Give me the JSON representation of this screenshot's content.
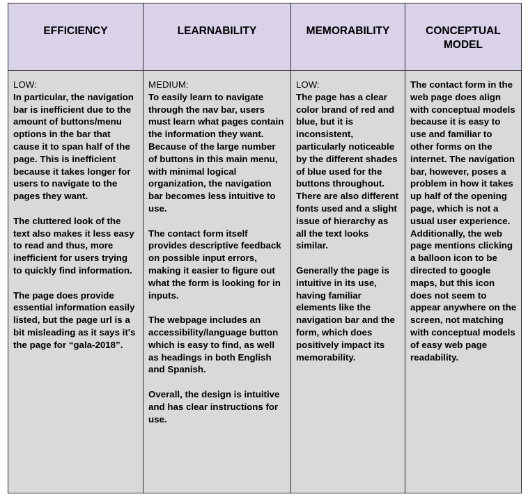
{
  "headers": [
    "EFFICIENCY",
    "LEARNABILITY",
    "MEMORABILITY",
    "CONCEPTUAL\nMODEL"
  ],
  "efficiency": {
    "rating": "LOW:",
    "paragraphs": [
      "In particular, the navigation bar is inefficient due to the amount of buttons/menu options in the bar that cause it to span half of the page. This is inefficient because it takes longer for users to navigate to the pages they want.",
      "The cluttered look of the text also makes it less easy to read and thus, more inefficient for users trying to quickly find information.",
      "The page does provide essential information easily listed, but the page url is a bit misleading as it says it's the page for “gala-2018”."
    ]
  },
  "learnability": {
    "rating": "MEDIUM:",
    "paragraphs": [
      "To easily learn to navigate through the nav bar, users must learn what pages contain the information they want. Because of the large number of buttons in this main menu, with minimal logical organization, the navigation bar becomes less intuitive to use.",
      "The contact form itself provides descriptive feedback on possible input errors, making it easier to figure out what the form is looking for in inputs.",
      "The webpage includes an accessibility/language button which is easy to find, as well as headings in both English and Spanish.",
      "Overall, the design is intuitive and has clear instructions for use."
    ]
  },
  "memorability": {
    "rating": "LOW:",
    "paragraphs": [
      "The page has a clear color brand of red and blue, but it is inconsistent, particularly noticeable by the different shades of blue used for the buttons throughout. There are also different fonts used and a slight issue of hierarchy as all the text looks similar.",
      "Generally the page is intuitive in its use, having familiar elements like the navigation bar and the form, which does positively impact its memorability."
    ]
  },
  "conceptual_model": {
    "paragraphs": [
      "The contact form in the web page does align with conceptual models because it is easy to use and familiar to other forms on the internet. The navigation bar, however, poses a problem in how it takes up half of the opening page, which is not a usual user experience. Additionally, the web page mentions clicking a balloon icon to be directed to google maps, but this icon does not seem to appear anywhere on the screen, not matching with conceptual models of easy web page readability."
    ]
  },
  "colors": {
    "header_bg": "#d9d2e9",
    "cell_bg": "#d9d9d9",
    "border": "#2b2b2b"
  }
}
